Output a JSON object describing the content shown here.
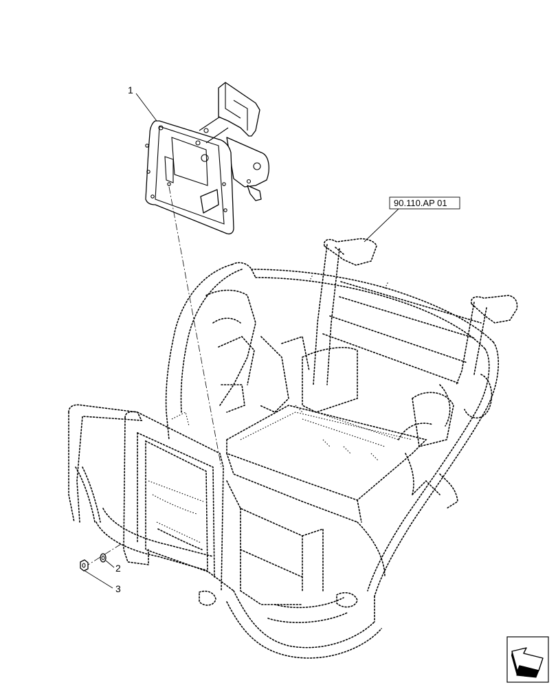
{
  "callouts": {
    "item1": "1",
    "item2": "2",
    "item3": "3"
  },
  "reference": {
    "label": "90.110.AP 01"
  },
  "nav": {
    "icon": "arrow-navigation-icon"
  }
}
